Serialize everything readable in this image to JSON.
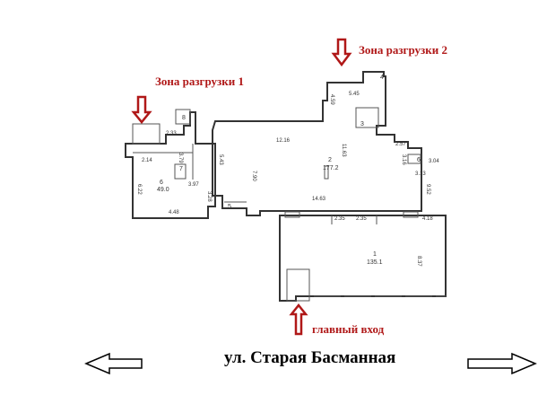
{
  "labels": {
    "zone1": "Зона разгрузки 1",
    "zone2": "Зона разгрузки 2",
    "entrance": "главный вход",
    "street": "ул. Старая Басманная"
  },
  "rooms": [
    {
      "number": "1",
      "area": "135.1"
    },
    {
      "number": "2",
      "area": "177.2"
    },
    {
      "number": "3"
    },
    {
      "number": "4"
    },
    {
      "number": "5"
    },
    {
      "number": "6",
      "area": "49.0"
    },
    {
      "number": "7"
    },
    {
      "number": "8"
    },
    {
      "number": "6"
    }
  ],
  "dimensions": [
    "2.33",
    "2.14",
    "3.79",
    "3.97",
    "6.22",
    "4.48",
    "3.28",
    "5.43",
    "7.90",
    "12.16",
    "14.63",
    "11.63",
    "4.59",
    "5.45",
    "2.57",
    "3.16",
    "3.04",
    "3.13",
    "9.52",
    "2.35",
    "2.35",
    "4.18",
    "8.37"
  ],
  "colors": {
    "accent": "#b01818",
    "walls": "#333333"
  }
}
